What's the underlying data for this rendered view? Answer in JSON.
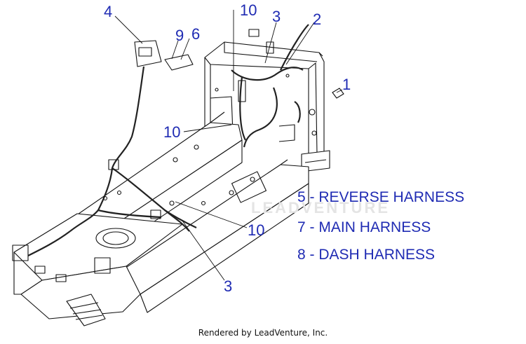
{
  "callouts": {
    "c1": "1",
    "c2": "2",
    "c3_top": "3",
    "c3_bottom": "3",
    "c4": "4",
    "c6": "6",
    "c9": "9",
    "c10_top": "10",
    "c10_left": "10",
    "c10_right": "10"
  },
  "legend": [
    {
      "number": "5",
      "label": "REVERSE HARNESS"
    },
    {
      "number": "7",
      "label": "MAIN HARNESS"
    },
    {
      "number": "8",
      "label": "DASH HARNESS"
    }
  ],
  "watermark": "LEADVENTURE",
  "footer": "Rendered by LeadVenture, Inc.",
  "colors": {
    "callout": "#1f2bb3",
    "line": "#111111"
  }
}
